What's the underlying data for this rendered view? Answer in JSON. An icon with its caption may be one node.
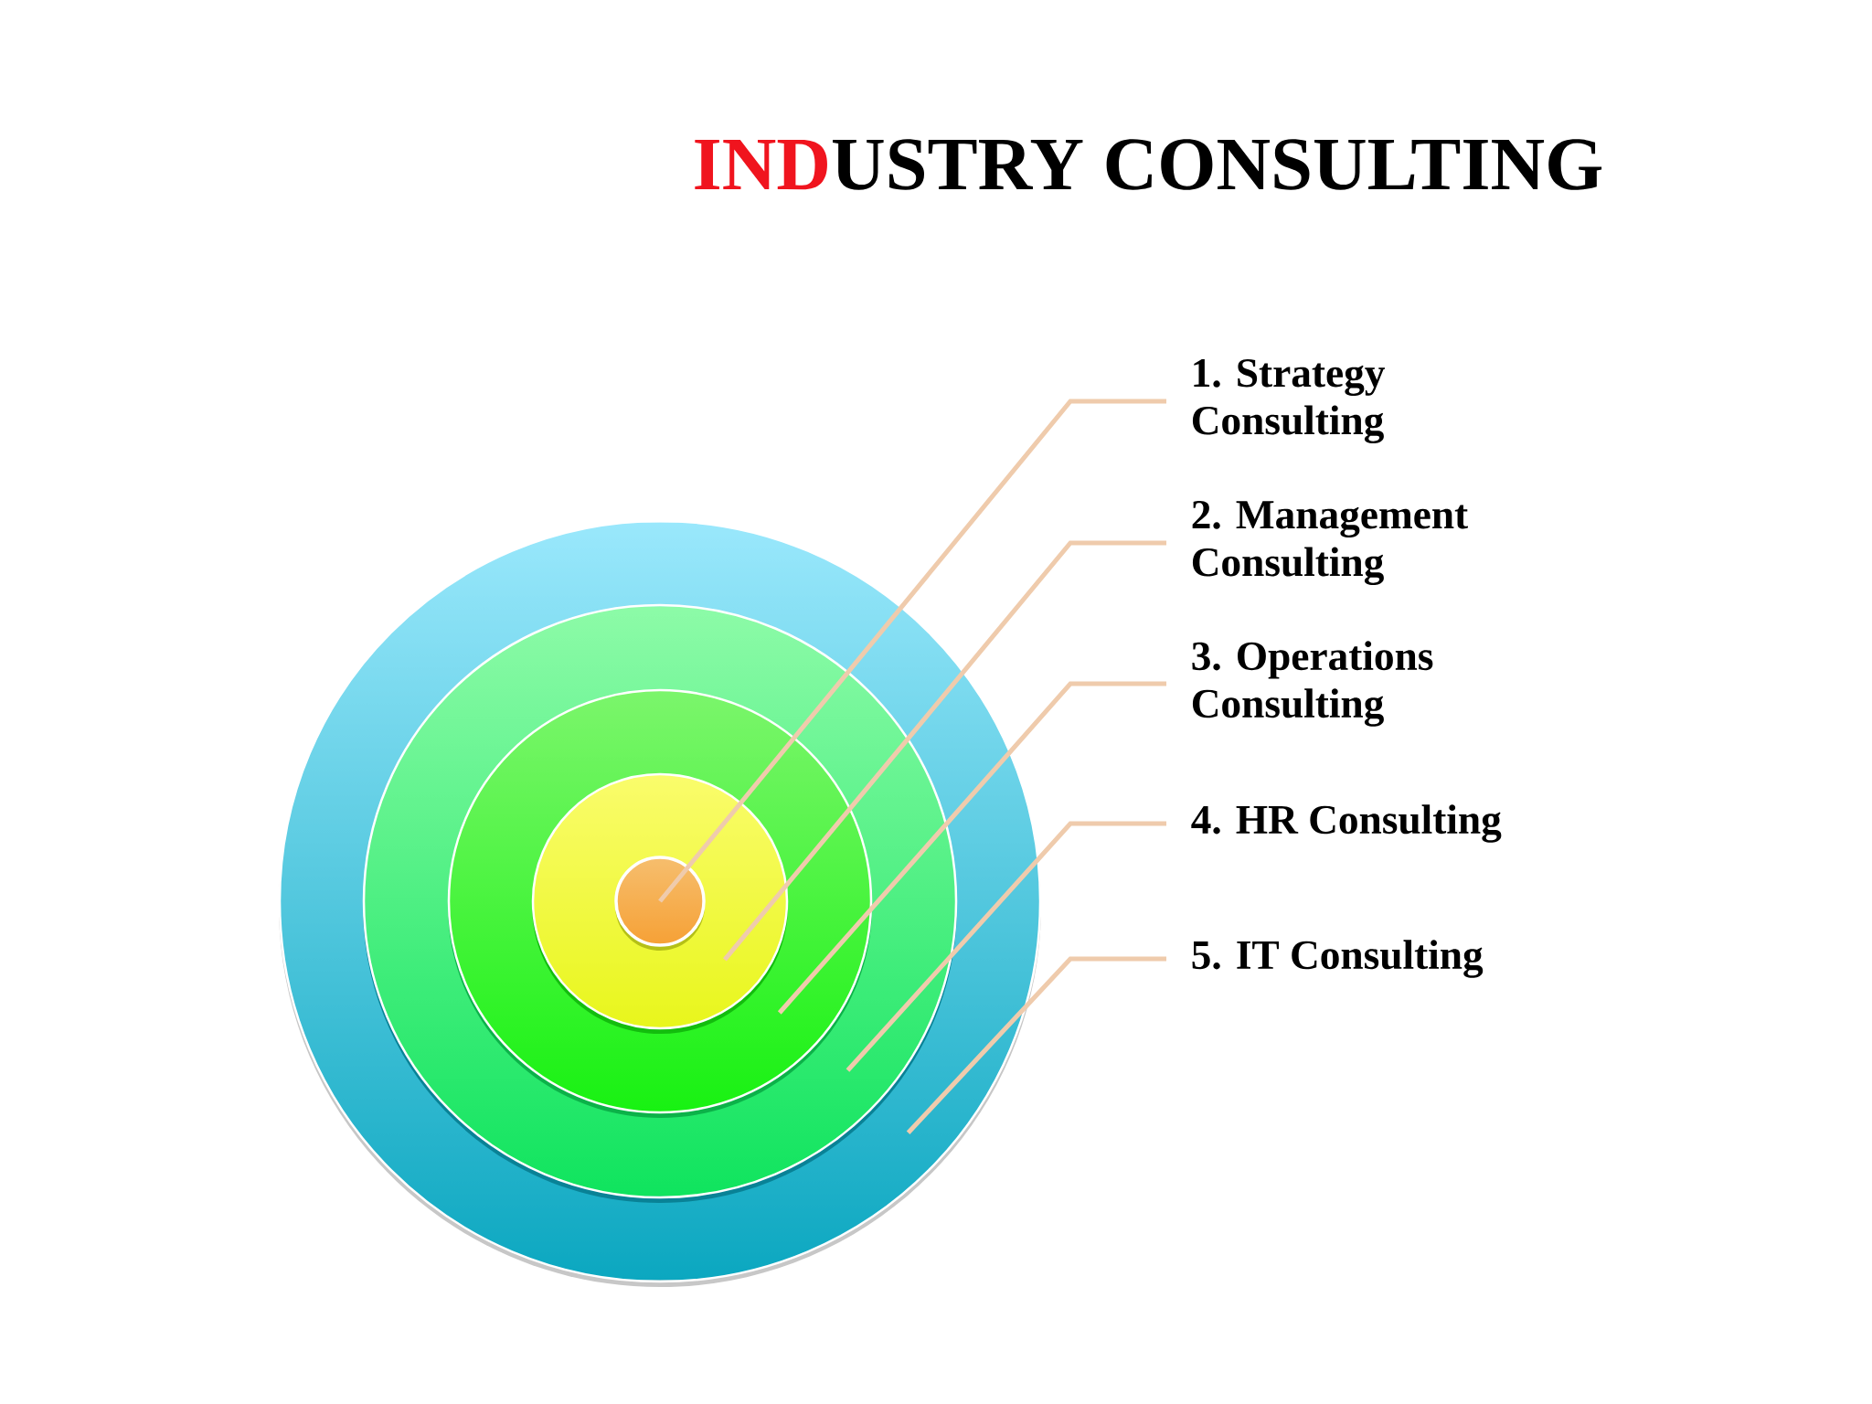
{
  "diagram": {
    "title": "INDUSTRY CONSULTING",
    "nodes": [
      {
        "text": [],
        "shape": "circle"
      },
      {
        "text": [],
        "shape": "circle",
        "in": 0
      },
      {
        "text": [],
        "shape": "circle",
        "in": 1
      },
      {
        "text": [],
        "shape": "circle",
        "in": 2
      },
      {
        "text": [],
        "shape": "circle",
        "in": 3
      },
      {
        "text": [
          "1. Strategy Consulting"
        ]
      },
      {
        "text": [
          "2. Management Consulting"
        ]
      },
      {
        "text": [
          "3. Operations Consulting"
        ]
      },
      {
        "text": [
          "4. HR Consulting"
        ]
      },
      {
        "text": [
          "5. IT Consulting"
        ]
      }
    ],
    "edges": [
      {
        "from": 5,
        "to": 4,
        "arrow": "none"
      },
      {
        "from": 6,
        "to": 3,
        "arrow": "none"
      },
      {
        "from": 7,
        "to": 2,
        "arrow": "none"
      },
      {
        "from": 8,
        "to": 1,
        "arrow": "none"
      },
      {
        "from": 9,
        "to": 0,
        "arrow": "none"
      }
    ]
  }
}
